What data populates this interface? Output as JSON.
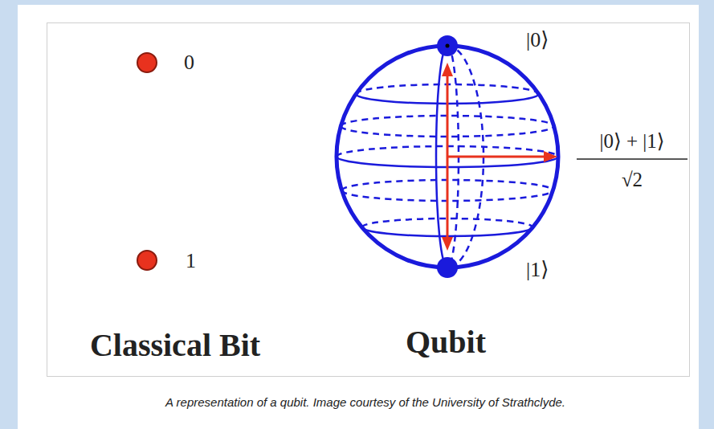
{
  "diagram": {
    "caption": "A representation of a qubit. Image courtesy of the University of Strathclyde.",
    "labels": [
      "0",
      "1",
      "Classical Bit",
      "|0⟩",
      "|0⟩ + |1⟩",
      "√2",
      "|1⟩",
      "Qubit"
    ]
  }
}
